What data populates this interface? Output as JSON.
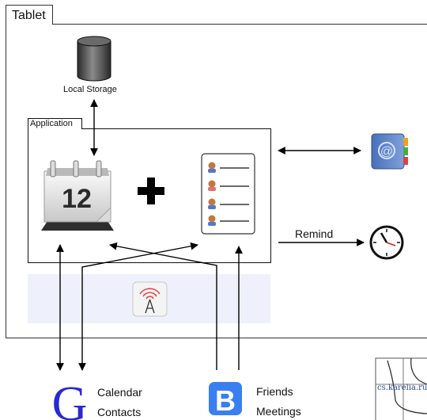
{
  "tablet": {
    "title": "Tablet"
  },
  "storage": {
    "label": "Local Storage"
  },
  "application": {
    "title": "Application",
    "calendar_day": "12"
  },
  "reminder": {
    "label": "Remind"
  },
  "google": {
    "letter": "G",
    "items": [
      "Calendar",
      "Contacts"
    ]
  },
  "social": {
    "letter": "B",
    "items": [
      "Friends",
      "Meetings"
    ]
  },
  "thumbnail": {
    "text": "cs.karelia.ru"
  },
  "colors": {
    "google_blue": "#2929d4",
    "social_blue": "#3a7ff0",
    "clock_hand": "#d02020",
    "signal_red": "#e04040",
    "service_band": "#eef1fb"
  },
  "icons": {
    "storage": "database-icon",
    "calendar": "calendar-icon",
    "contacts_list": "contact-list-icon",
    "address_book": "address-book-icon",
    "clock": "clock-icon",
    "service": "antenna-icon",
    "combine": "plus-icon"
  }
}
